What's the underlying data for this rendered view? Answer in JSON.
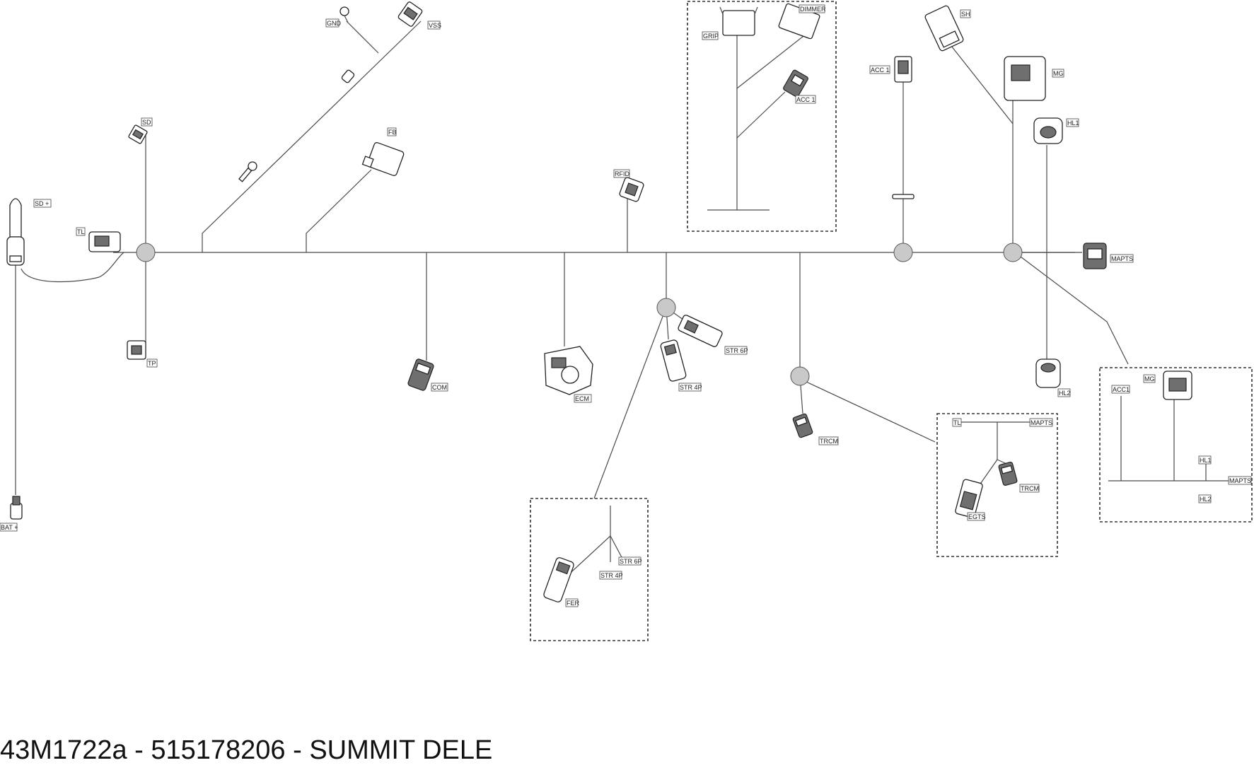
{
  "footer": {
    "title": "43M1722a - 515178206 - SUMMIT DELE"
  },
  "tags": {
    "gnd": "GND",
    "vss": "VSS",
    "sd": "SD",
    "fb": "FB",
    "sd_plus": "SD +",
    "tl": "TL",
    "tp": "TP",
    "bat_plus": "BAT +",
    "com": "COM",
    "ecm": "ECM",
    "rfid": "RFID",
    "str6p": "STR 6P",
    "str4p": "STR 4P",
    "grip": "GRIP",
    "dimmer": "DIMMER",
    "acc1_box": "ACC 1",
    "acc1": "ACC 1",
    "trcm": "TRCM",
    "sh": "SH",
    "mg": "MG",
    "hl1": "HL1",
    "mapts": "MAPTS",
    "hl2": "HL2",
    "box_str6p": "STR 6P",
    "box_str4p": "STR 4P",
    "box_fer": "FER",
    "box_tl": "TL",
    "box_mapts": "MAPTS",
    "box_trcm": "TRCM",
    "box_egts": "EGTS",
    "box_acc1": "ACC1",
    "box_mg": "MG",
    "box_hl1": "HL1",
    "box_mapts2": "MAPTS",
    "box_hl2": "HL2"
  }
}
